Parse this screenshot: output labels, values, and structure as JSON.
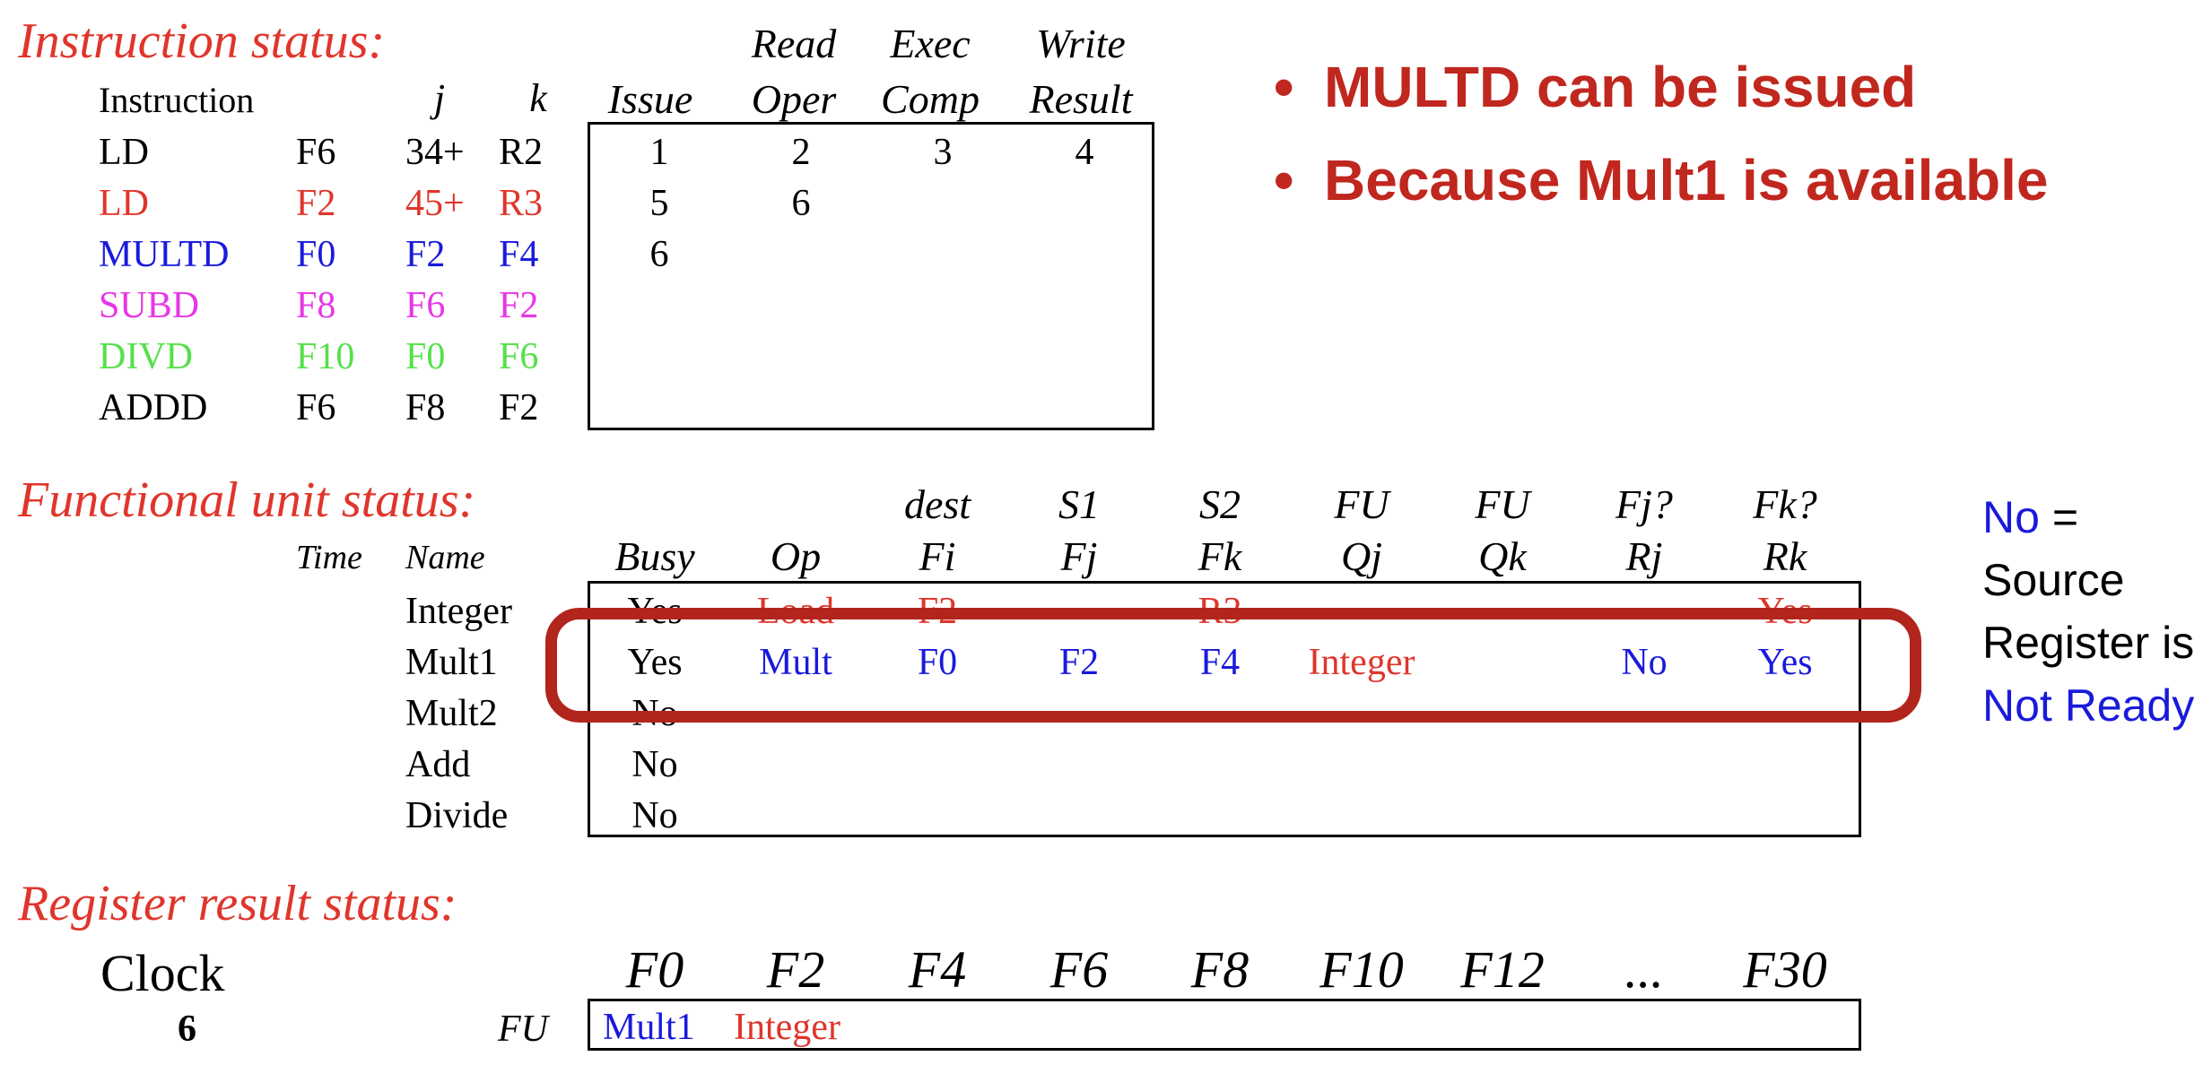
{
  "colors": {
    "red": "#e0352b",
    "blue": "#1a1adc",
    "magenta": "#e637e6",
    "green": "#55e04a",
    "black": "#000000",
    "highlight": "#b1251d",
    "bullet": "#c0271e"
  },
  "instruction_status": {
    "title": "Instruction status:",
    "header_top": {
      "read": "Read",
      "exec": "Exec",
      "write": "Write"
    },
    "header": {
      "instruction": "Instruction",
      "j": "j",
      "k": "k",
      "issue": "Issue",
      "oper": "Oper",
      "comp": "Comp",
      "result": "Result"
    },
    "rows": [
      {
        "op": "LD",
        "dest": "F6",
        "j": "34+",
        "k": "R2",
        "issue": "1",
        "read": "2",
        "exec": "3",
        "write": "4"
      },
      {
        "op": "LD",
        "dest": "F2",
        "j": "45+",
        "k": "R3",
        "issue": "5",
        "read": "6",
        "exec": "",
        "write": ""
      },
      {
        "op": "MULTD",
        "dest": "F0",
        "j": "F2",
        "k": "F4",
        "issue": "6",
        "read": "",
        "exec": "",
        "write": ""
      },
      {
        "op": "SUBD",
        "dest": "F8",
        "j": "F6",
        "k": "F2",
        "issue": "",
        "read": "",
        "exec": "",
        "write": ""
      },
      {
        "op": "DIVD",
        "dest": "F10",
        "j": "F0",
        "k": "F6",
        "issue": "",
        "read": "",
        "exec": "",
        "write": ""
      },
      {
        "op": "ADDD",
        "dest": "F6",
        "j": "F8",
        "k": "F2",
        "issue": "",
        "read": "",
        "exec": "",
        "write": ""
      }
    ]
  },
  "bullets": [
    "MULTD can be issued",
    "Because Mult1 is available"
  ],
  "functional_unit_status": {
    "title": "Functional unit status:",
    "header_top": {
      "dest": "dest",
      "s1": "S1",
      "s2": "S2",
      "fu1": "FU",
      "fu2": "FU",
      "fjq": "Fj?",
      "fkq": "Fk?"
    },
    "header": {
      "time": "Time",
      "name": "Name",
      "busy": "Busy",
      "op": "Op",
      "fi": "Fi",
      "fj": "Fj",
      "fk": "Fk",
      "qj": "Qj",
      "qk": "Qk",
      "rj": "Rj",
      "rk": "Rk"
    },
    "rows": [
      {
        "name": "Integer",
        "busy": "Yes",
        "op": "Load",
        "fi": "F2",
        "fj": "",
        "fk": "R3",
        "qj": "",
        "qk": "",
        "rj": "",
        "rk": "Yes"
      },
      {
        "name": "Mult1",
        "busy": "Yes",
        "op": "Mult",
        "fi": "F0",
        "fj": "F2",
        "fk": "F4",
        "qj": "Integer",
        "qk": "",
        "rj": "No",
        "rk": "Yes"
      },
      {
        "name": "Mult2",
        "busy": "No",
        "op": "",
        "fi": "",
        "fj": "",
        "fk": "",
        "qj": "",
        "qk": "",
        "rj": "",
        "rk": ""
      },
      {
        "name": "Add",
        "busy": "No",
        "op": "",
        "fi": "",
        "fj": "",
        "fk": "",
        "qj": "",
        "qk": "",
        "rj": "",
        "rk": ""
      },
      {
        "name": "Divide",
        "busy": "No",
        "op": "",
        "fi": "",
        "fj": "",
        "fk": "",
        "qj": "",
        "qk": "",
        "rj": "",
        "rk": ""
      }
    ]
  },
  "side_note": {
    "no": "No",
    "eq": " =",
    "line2": "Source",
    "line3": "Register is",
    "line4": "Not Ready"
  },
  "register_result_status": {
    "title": "Register result status:",
    "clock_label": "Clock",
    "clock_value": "6",
    "fu_label": "FU",
    "registers": [
      "F0",
      "F2",
      "F4",
      "F6",
      "F8",
      "F10",
      "F12",
      "...",
      "F30"
    ],
    "values": [
      "Mult1",
      "Integer",
      "",
      "",
      "",
      "",
      "",
      "",
      ""
    ]
  }
}
